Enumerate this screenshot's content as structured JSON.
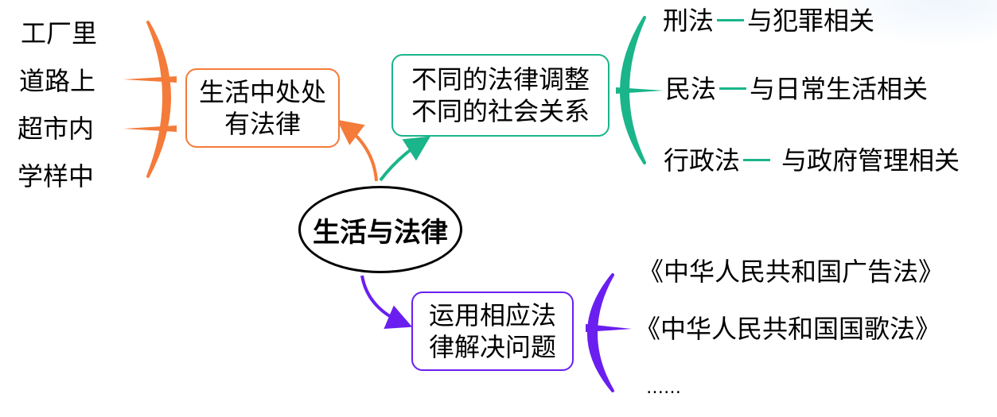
{
  "center": {
    "label": "生活与法律"
  },
  "branches": {
    "everyday": {
      "label_line1": "生活中处处",
      "label_line2": "有法律",
      "color": "#f47b3a",
      "items": [
        "工厂里",
        "道路上",
        "超市内",
        "学样中"
      ]
    },
    "different_laws": {
      "label_line1": "不同的法律调整",
      "label_line2": "不同的社会关系",
      "color": "#1ab58a",
      "items": [
        {
          "law": "刑法",
          "relation": "与犯罪相关"
        },
        {
          "law": "民法",
          "relation": "与日常生活相关"
        },
        {
          "law": "行政法",
          "relation": "与政府管理相关"
        }
      ]
    },
    "apply": {
      "label_line1": "运用相应法",
      "label_line2": "律解决问题",
      "color": "#6a1ff0",
      "items": [
        "《中华人民共和国广告法》",
        "《中华人民共和国国歌法》",
        "……"
      ]
    }
  }
}
